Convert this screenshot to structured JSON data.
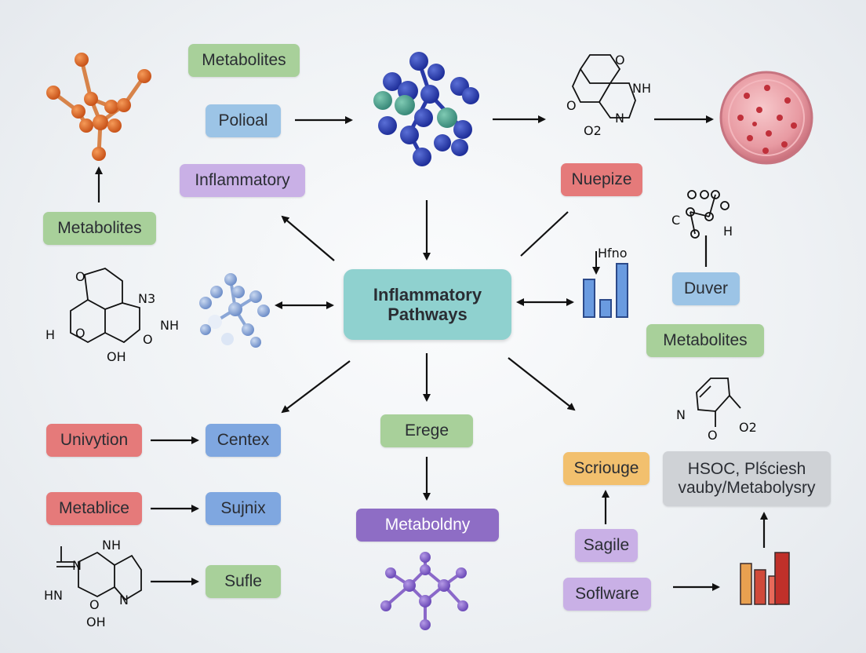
{
  "center": {
    "line1": "Inflammatory",
    "line2": "Pathways"
  },
  "labels": {
    "metabolites_top": "Metabolites",
    "polioal": "Polioal",
    "inflammatory": "Inflammatory",
    "metabolites_left": "Metabolites",
    "nuepize": "Nuepize",
    "duver": "Duver",
    "metabolites_right": "Metabolites",
    "univytion": "Univytion",
    "centex": "Centex",
    "metablice": "Metablice",
    "sujnix": "Sujnix",
    "sufle": "Sufle",
    "erege": "Erege",
    "metaboldny": "Metaboldny",
    "scriouge": "Scriouge",
    "sagile": "Sagile",
    "software": "Soflware",
    "hsoc_line1": "HSOC, Plściesh",
    "hsoc_line2": "vauby/Metabolysry"
  },
  "chem_text": {
    "t_o": "O",
    "t_nh": "NH",
    "t_n": "N",
    "t_o2": "O2",
    "h_n3": "N3",
    "h_h": "H",
    "h_o1": "O",
    "h_o2": "O",
    "h_nh": "NH",
    "h_oh": "OH",
    "h_o3": "O",
    "r_o": "O",
    "r_c": "C",
    "r_h": "H",
    "bar_label": "Hfno",
    "br_n": "N",
    "br_o2": "O2",
    "br_o": "O",
    "bl_nh": "NH",
    "bl_n": "N",
    "bl_hn": "HN",
    "bl_o": "O",
    "bl_oh": "OH",
    "bl_n2": "N"
  },
  "colors": {
    "center": "#8fd1cf",
    "green": "#a8d09a",
    "blue": "#9cc4e6",
    "purple": "#c9b0e6",
    "red": "#e57a7a",
    "steel_blue": "#7fa7e0",
    "deep_purple": "#8e6dc5",
    "orange": "#f2c06e",
    "gray": "#cfd2d6"
  },
  "icons": [
    "orange-molecule-icon",
    "protein-cluster-icon",
    "cell-sphere-icon",
    "light-blue-molecule-icon",
    "bar-chart-icon",
    "purple-molecule-icon",
    "colored-bar-chart-icon"
  ]
}
